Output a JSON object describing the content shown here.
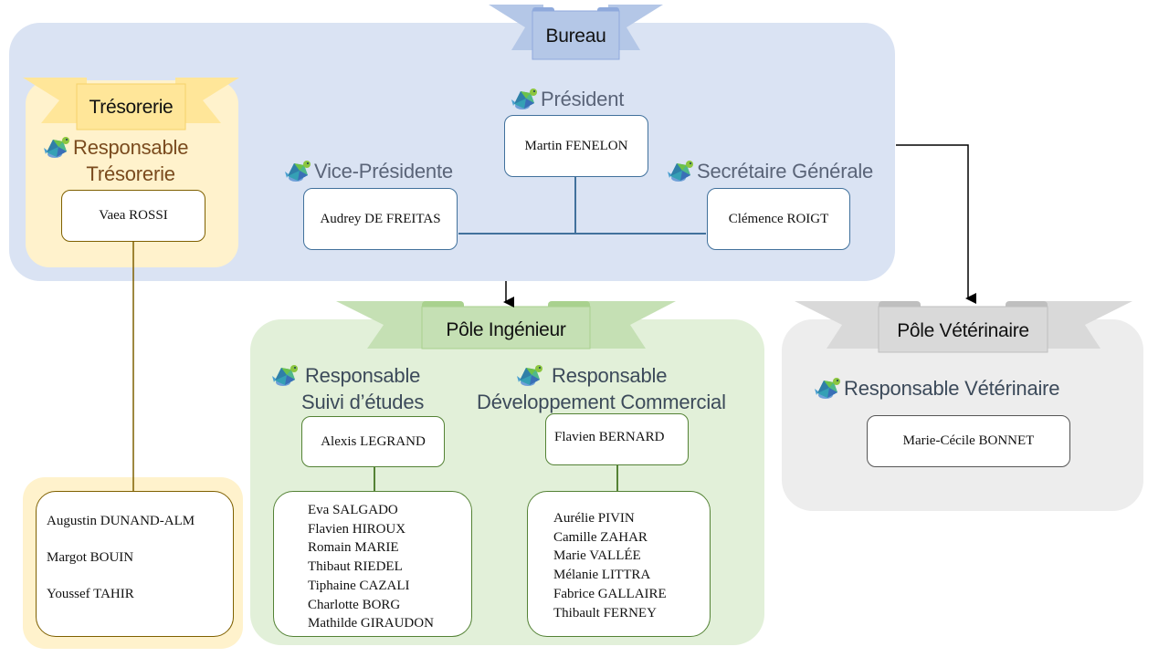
{
  "sections": {
    "bureau": "Bureau",
    "tresorerie": "Trésorerie",
    "pole_ingenieur": "Pôle Ingénieur",
    "pole_veterinaire": "Pôle Vétérinaire"
  },
  "bureau": {
    "president": {
      "role": "Président",
      "name": "Martin FENELON"
    },
    "vice_presidente": {
      "role": "Vice-Présidente",
      "name": "Audrey  DE FREITAS"
    },
    "secretaire": {
      "role": "Secrétaire Générale",
      "name": "Clémence ROIGT"
    }
  },
  "tresorerie": {
    "role_line1": "Responsable",
    "role_line2": "Trésorerie",
    "name": "Vaea  ROSSI",
    "members": [
      "Augustin  DUNAND-ALM",
      "Margot BOUIN",
      "Youssef TAHIR"
    ]
  },
  "ingenieur": {
    "suivi": {
      "role_line1": "Responsable",
      "role_line2": "Suivi d’études",
      "name": "Alexis LEGRAND",
      "members": [
        "Eva  SALGADO",
        "Flavien  HIROUX",
        "Romain  MARIE",
        "Thibaut  RIEDEL",
        "Tiphaine  CAZALI",
        "Charlotte  BORG",
        "Mathilde  GIRAUDON"
      ]
    },
    "commercial": {
      "role_line1": "Responsable",
      "role_line2": "Développement Commercial",
      "name": "Flavien  BERNARD",
      "members": [
        "Aurélie  PIVIN",
        "Camille  ZAHAR",
        "Marie  VALLÉE",
        "Mélanie  LITTRA",
        "Fabrice  GALLAIRE",
        "Thibault  FERNEY"
      ]
    }
  },
  "veterinaire": {
    "role": "Responsable Vétérinaire",
    "name": "Marie-Cécile BONNET"
  },
  "colors": {
    "bureau": "#dae3f3",
    "bureau_ribbon": "#b4c7e7",
    "tresorerie": "#fff2cc",
    "tresorerie_ribbon": "#ffe699",
    "ingenieur": "#e2f0d9",
    "ingenieur_ribbon": "#c5e0b4",
    "veterinaire": "#ededed",
    "veterinaire_ribbon": "#d9d9d9"
  },
  "icons": {
    "role_icon": "turtle-icon"
  }
}
